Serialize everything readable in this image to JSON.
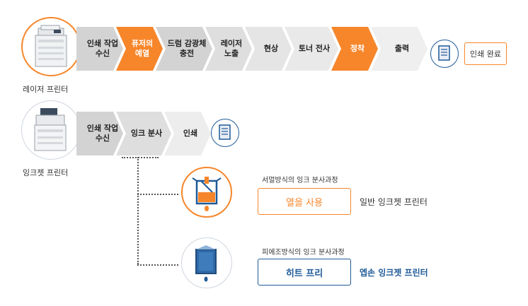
{
  "laser": {
    "label": "레이저 프린터",
    "steps": [
      {
        "label": "인쇄 작업\n수신",
        "highlight": false
      },
      {
        "label": "퓨저의\n예열",
        "highlight": true
      },
      {
        "label": "드럼 감광체\n충전",
        "highlight": false
      },
      {
        "label": "레이저\n노출",
        "highlight": false
      },
      {
        "label": "현상",
        "highlight": false
      },
      {
        "label": "토너 전사",
        "highlight": false
      },
      {
        "label": "정착",
        "highlight": true
      },
      {
        "label": "출력",
        "highlight": false
      }
    ],
    "done_label": "인쇄 완료"
  },
  "inkjet": {
    "label": "잉크젯 프린터",
    "steps": [
      {
        "label": "인쇄 작업\n수신",
        "highlight": false
      },
      {
        "label": "잉크 분사",
        "highlight": false
      },
      {
        "label": "인쇄",
        "highlight": false
      }
    ]
  },
  "thermal": {
    "caption": "서멀방식의 잉크 분사과정",
    "box_label": "열을 사용",
    "side_label": "일반 잉크젯 프린터"
  },
  "piezo": {
    "caption": "피에조방식의 잉크 분사과정",
    "box_label": "히트 프리",
    "side_label": "엡손 잉크젯 프린터"
  },
  "colors": {
    "orange": "#f7862b",
    "blue": "#1f5a98",
    "gray_dark": "#d3d3d3",
    "gray_light": "#ededed"
  },
  "icons": {
    "laser_printer": "laser-printer-icon",
    "inkjet_printer": "inkjet-printer-icon",
    "document": "document-icon",
    "thermal_head": "thermal-ink-head-icon",
    "piezo_head": "piezo-ink-head-icon"
  }
}
